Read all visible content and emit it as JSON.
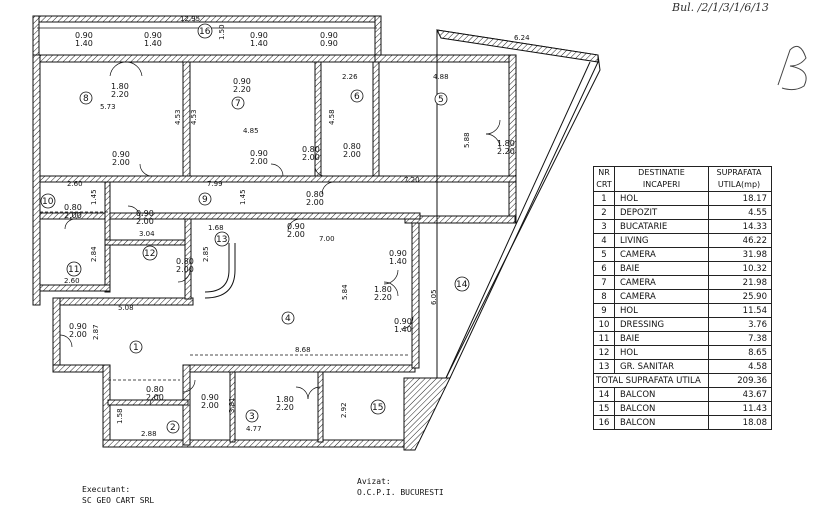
{
  "annotations": {
    "handwritten_top": "Bul. /2/1/3/1/6/13",
    "handwritten_sign": "B"
  },
  "rooms": [
    {
      "n": "1"
    },
    {
      "n": "2"
    },
    {
      "n": "3"
    },
    {
      "n": "4"
    },
    {
      "n": "5"
    },
    {
      "n": "6"
    },
    {
      "n": "7"
    },
    {
      "n": "8"
    },
    {
      "n": "9"
    },
    {
      "n": "10"
    },
    {
      "n": "11"
    },
    {
      "n": "12"
    },
    {
      "n": "13"
    },
    {
      "n": "14"
    },
    {
      "n": "15"
    },
    {
      "n": "16"
    }
  ],
  "dimensions": [
    "12.95",
    "1.50",
    "6.24",
    "5.73",
    "4.53",
    "4.53",
    "4.85",
    "2.26",
    "4.88",
    "4.58",
    "5.88",
    "2.60",
    "1.45",
    "7.99",
    "1.45",
    "7.20",
    "3.04",
    "1.68",
    "2.85",
    "7.00",
    "2.84",
    "2.60",
    "5.08",
    "2.87",
    "5.84",
    "6.05",
    "8.68",
    "3.81",
    "4.77",
    "2.92",
    "1.58",
    "2.88"
  ],
  "doors": [
    "0.90",
    "1.40",
    "0.90",
    "1.40",
    "0.90",
    "1.40",
    "0.90",
    "0.90",
    "1.80",
    "2.20",
    "0.90",
    "2.20",
    "0.90",
    "2.00",
    "0.80",
    "2.00",
    "0.80",
    "2.00",
    "1.80",
    "2.20",
    "0.80",
    "2.00",
    "0.90",
    "2.00",
    "0.80",
    "2.00",
    "0.90",
    "2.00",
    "0.80",
    "2.00",
    "0.90",
    "2.00",
    "0.90",
    "1.40",
    "1.80",
    "2.20",
    "0.90",
    "1.40",
    "0.90",
    "2.00",
    "0.80",
    "2.00",
    "0.90",
    "2.00",
    "1.80",
    "2.20"
  ],
  "table": {
    "headers": {
      "nr_1": "NR",
      "nr_2": "CRT",
      "dest_1": "DESTINATIE",
      "dest_2": "INCAPERI",
      "sup_1": "SUPRAFATA",
      "sup_2": "UTILA(mp)"
    },
    "rows": [
      {
        "nr": "1",
        "name": "HOL",
        "value": "18.17"
      },
      {
        "nr": "2",
        "name": "DEPOZIT",
        "value": "4.55"
      },
      {
        "nr": "3",
        "name": "BUCATARIE",
        "value": "14.33"
      },
      {
        "nr": "4",
        "name": "LIVING",
        "value": "46.22"
      },
      {
        "nr": "5",
        "name": "CAMERA",
        "value": "31.98"
      },
      {
        "nr": "6",
        "name": "BAIE",
        "value": "10.32"
      },
      {
        "nr": "7",
        "name": "CAMERA",
        "value": "21.98"
      },
      {
        "nr": "8",
        "name": "CAMERA",
        "value": "25.90"
      },
      {
        "nr": "9",
        "name": "HOL",
        "value": "11.54"
      },
      {
        "nr": "10",
        "name": "DRESSING",
        "value": "3.76"
      },
      {
        "nr": "11",
        "name": "BAIE",
        "value": "7.38"
      },
      {
        "nr": "12",
        "name": "HOL",
        "value": "8.65"
      },
      {
        "nr": "13",
        "name": "GR. SANITAR",
        "value": "4.58"
      }
    ],
    "total": {
      "label": "TOTAL SUPRAFATA UTILA",
      "value": "209.36"
    },
    "balconies": [
      {
        "nr": "14",
        "name": "BALCON",
        "value": "43.67"
      },
      {
        "nr": "15",
        "name": "BALCON",
        "value": "11.43"
      },
      {
        "nr": "16",
        "name": "BALCON",
        "value": "18.08"
      }
    ]
  },
  "footer": {
    "executant_label": "Executant:",
    "executant_name": "SC GEO CART SRL",
    "avizat_label": "Avizat:",
    "avizat_name": "O.C.P.I. BUCURESTI"
  }
}
